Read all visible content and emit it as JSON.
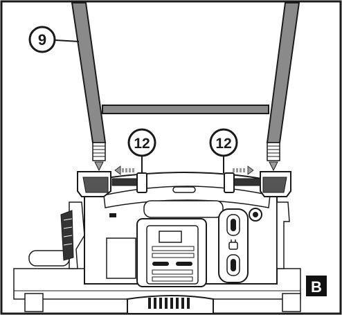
{
  "callouts": {
    "handle": "9",
    "clamp_left": "12",
    "clamp_right": "12"
  },
  "figure_badge": "B",
  "colors": {
    "line": "#1a1a1a",
    "handle_fill": "#8a8a8a",
    "handle_dark": "#6f6f6f",
    "body_fill": "#ffffff",
    "badge_fill": "#111111",
    "badge_text": "#ffffff",
    "arrow_gray": "#9a9a9a"
  }
}
